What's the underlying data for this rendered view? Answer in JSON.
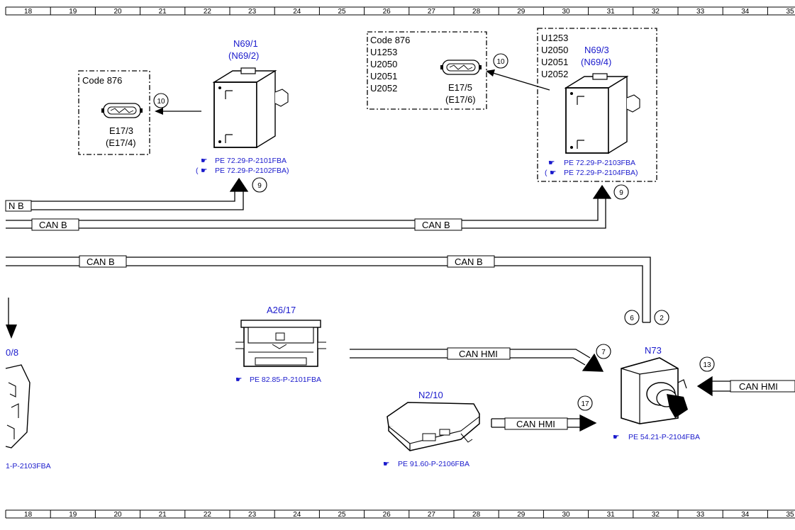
{
  "grid": {
    "columns": [
      "18",
      "19",
      "20",
      "21",
      "22",
      "23",
      "24",
      "25",
      "26",
      "27",
      "28",
      "29",
      "30",
      "31",
      "32",
      "33",
      "34",
      "35"
    ]
  },
  "colors": {
    "component_label": "#1a1acc",
    "reference_link": "#1a1acc",
    "line": "#000000",
    "background": "#ffffff"
  },
  "components": {
    "n69_1": {
      "label": "N69/1",
      "alt_label": "(N69/2)",
      "ref1": "PE 72.29-P-2101FBA",
      "ref2": "PE 72.29-P-2102FBA)",
      "ref2_prefix": "("
    },
    "n69_3": {
      "codes": [
        "U1253",
        "U2050",
        "U2051",
        "U2052"
      ],
      "label": "N69/3",
      "alt_label": "(N69/4)",
      "ref1": "PE 72.29-P-2103FBA",
      "ref2": "PE 72.29-P-2104FBA)",
      "ref2_prefix": "("
    },
    "e17_3": {
      "code_line": "Code 876",
      "label": "E17/3",
      "alt_label": "(E17/4)"
    },
    "e17_5": {
      "code_line": "Code 876",
      "codes": [
        "U1253",
        "U2050",
        "U2051",
        "U2052"
      ],
      "label": "E17/5",
      "alt_label": "(E17/6)"
    },
    "a26_17": {
      "label": "A26/17",
      "ref": "PE 82.85-P-2101FBA"
    },
    "n2_10": {
      "label": "N2/10",
      "ref": "PE 91.60-P-2106FBA"
    },
    "n73": {
      "label": "N73",
      "ref": "PE 54.21-P-2104FBA"
    },
    "left_partial": {
      "label": "0/8",
      "ref": "1-P-2103FBA"
    }
  },
  "buses": {
    "can_b_top_left": "N B",
    "can_b_mid_left": "CAN B",
    "can_b_mid_right": "CAN B",
    "can_b_low_left": "CAN B",
    "can_b_low_right": "CAN B",
    "can_hmi_a26": "CAN HMI",
    "can_hmi_n2": "CAN HMI",
    "can_hmi_right": "CAN HMI"
  },
  "callouts": {
    "c10_left": "10",
    "c10_right": "10",
    "c9_left": "9",
    "c9_right": "9",
    "c6": "6",
    "c2": "2",
    "c7": "7",
    "c17": "17",
    "c13": "13"
  }
}
